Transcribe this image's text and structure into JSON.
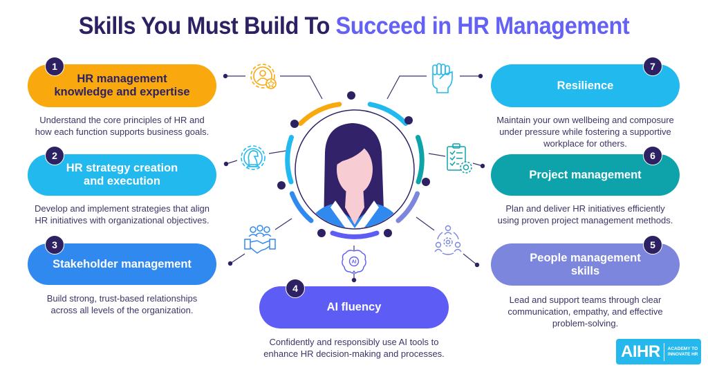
{
  "title": {
    "part1": "Skills You Must Build To ",
    "part2": "Succeed in HR Management",
    "colors": {
      "dark": "#2e2163",
      "accent": "#6461f5"
    }
  },
  "skills": [
    {
      "number": "1",
      "label": "HR management knowledge and expertise",
      "line1": "HR management",
      "line2": "knowledge and expertise",
      "description_lines": [
        "Understand the core principles of HR and",
        "how each function supports business goals."
      ],
      "color": "#f9a90d",
      "text_color": "#2e2163",
      "icon": "gear-person-star-icon"
    },
    {
      "number": "2",
      "label": "HR strategy creation and execution",
      "line1": "HR strategy creation",
      "line2": "and execution",
      "description_lines": [
        "Develop and implement strategies that align",
        "HR initiatives with organizational objectives."
      ],
      "color": "#21b9ee",
      "text_color": "#ffffff",
      "icon": "gear-chess-knight-icon"
    },
    {
      "number": "3",
      "label": "Stakeholder management",
      "line1": "Stakeholder management",
      "line2": "",
      "description_lines": [
        "Build strong, trust-based relationships",
        "across all levels of the organization."
      ],
      "color": "#3089ef",
      "text_color": "#ffffff",
      "icon": "handshake-group-icon"
    },
    {
      "number": "4",
      "label": "AI fluency",
      "line1": "AI fluency",
      "line2": "",
      "description_lines": [
        "Confidently and responsibly use AI tools to",
        "enhance HR decision-making and processes."
      ],
      "color": "#5d5cf5",
      "text_color": "#ffffff",
      "icon": "ai-brain-icon"
    },
    {
      "number": "5",
      "label": "People management skills",
      "line1": "People management",
      "line2": "skills",
      "description_lines": [
        "Lead and support teams through clear",
        "communication, empathy, and effective",
        "problem-solving."
      ],
      "color": "#7c86dc",
      "text_color": "#ffffff",
      "icon": "team-cycle-gear-icon"
    },
    {
      "number": "6",
      "label": "Project management",
      "line1": "Project management",
      "line2": "",
      "description_lines": [
        "Plan and deliver HR initiatives efficiently",
        "using proven project management methods."
      ],
      "color": "#0ea3aa",
      "text_color": "#ffffff",
      "icon": "clipboard-checklist-gear-icon"
    },
    {
      "number": "7",
      "label": "Resilience",
      "line1": "Resilience",
      "line2": "",
      "description_lines": [
        "Maintain your own wellbeing and composure",
        "under pressure while fostering a supportive",
        "workplace for others."
      ],
      "color": "#21b9ee",
      "text_color": "#ffffff",
      "icon": "raised-fist-icon"
    }
  ],
  "center": {
    "icon": "woman-avatar-icon",
    "ring_dot_color": "#2e2163"
  },
  "logo": {
    "text": "AIHR",
    "tagline_line1": "ACADEMY TO",
    "tagline_line2": "INNOVATE HR",
    "color": "#25b8ec"
  }
}
